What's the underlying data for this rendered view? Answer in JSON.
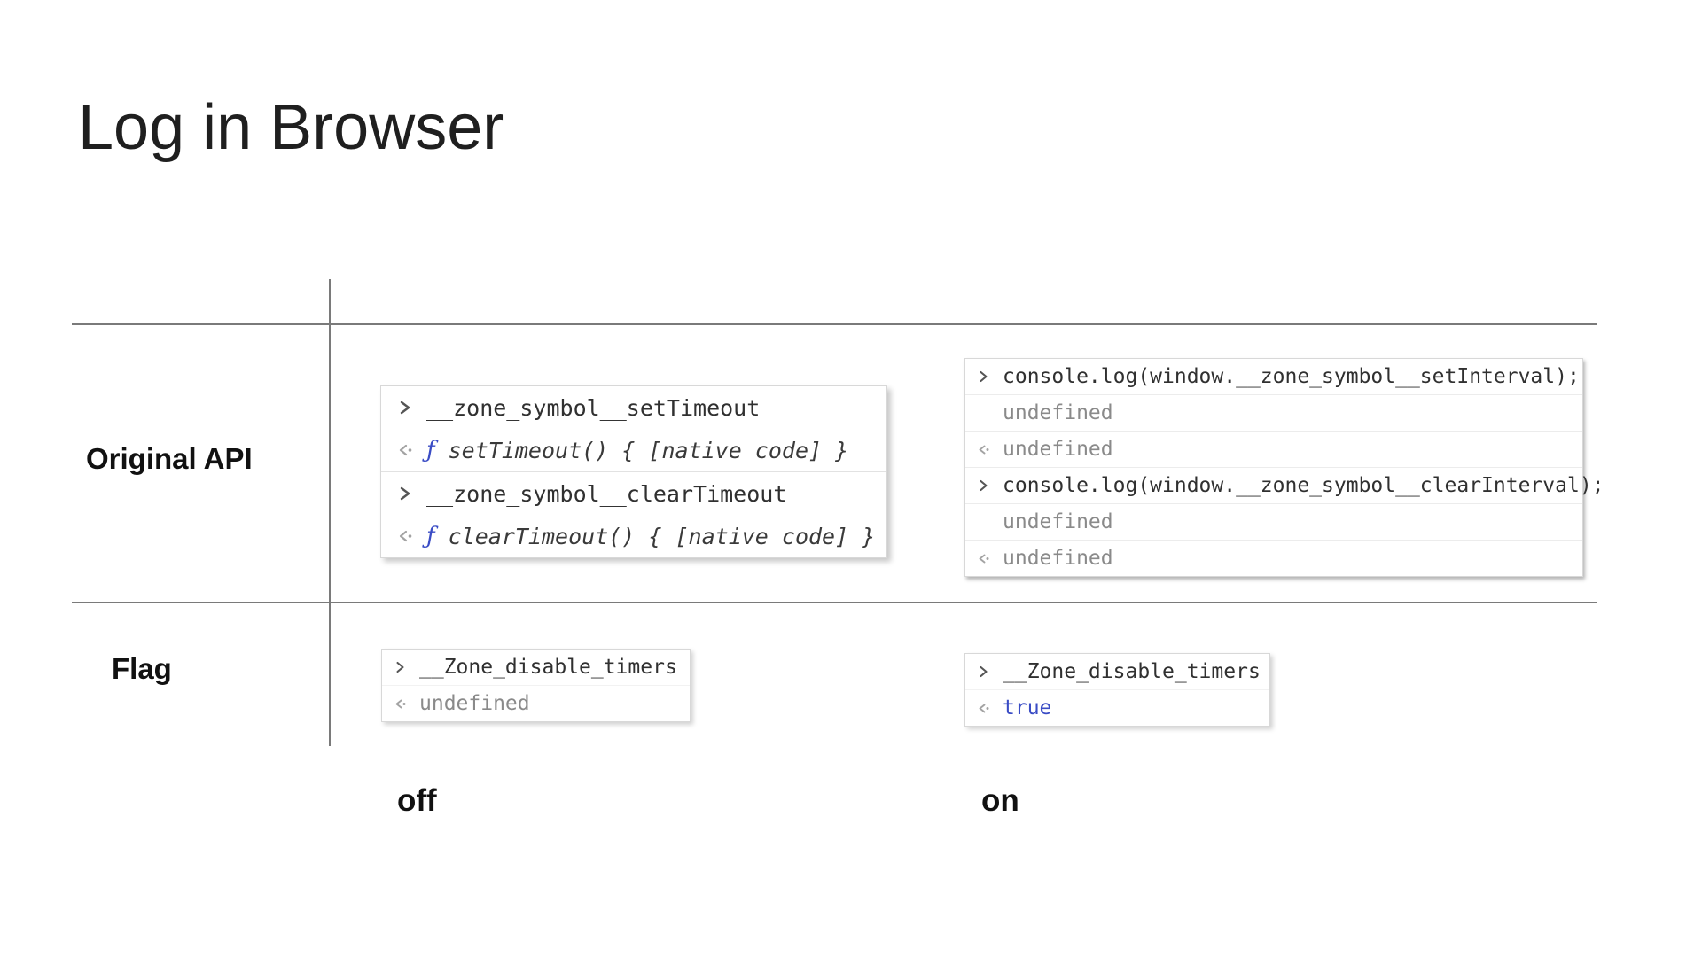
{
  "slide": {
    "title": "Log in Browser"
  },
  "table": {
    "row_labels": [
      {
        "label": "Original API"
      },
      {
        "label": "Flag"
      }
    ],
    "column_labels": [
      {
        "label": "off"
      },
      {
        "label": "on"
      }
    ]
  },
  "icons": {
    "function_symbol": "ƒ",
    "prompt_chevron": "right-angle-bracket",
    "return_arrow": "left-arrow-with-dot"
  },
  "colors": {
    "divider_gray": "#7a7a7a",
    "console_border": "#d8d8d8",
    "input_text": "#303030",
    "muted_text": "#8a8a8a",
    "function_blue": "#3a4cc5",
    "boolean_blue": "#3a4cc5"
  },
  "consoles": {
    "api_off": {
      "lines": [
        {
          "type": "input",
          "text": "__zone_symbol__setTimeout"
        },
        {
          "type": "result-function",
          "text": "setTimeout() { [native code] }"
        },
        {
          "type": "input",
          "text": "__zone_symbol__clearTimeout"
        },
        {
          "type": "result-function",
          "text": "clearTimeout() { [native code] }"
        }
      ]
    },
    "api_on": {
      "lines": [
        {
          "type": "input",
          "text": "console.log(window.__zone_symbol__setInterval);"
        },
        {
          "type": "log",
          "text": "undefined"
        },
        {
          "type": "result",
          "text": "undefined"
        },
        {
          "type": "input",
          "text": "console.log(window.__zone_symbol__clearInterval);"
        },
        {
          "type": "log",
          "text": "undefined"
        },
        {
          "type": "result",
          "text": "undefined"
        }
      ]
    },
    "flag_off": {
      "lines": [
        {
          "type": "input",
          "text": "__Zone_disable_timers"
        },
        {
          "type": "result",
          "text": "undefined"
        }
      ]
    },
    "flag_on": {
      "lines": [
        {
          "type": "input",
          "text": "__Zone_disable_timers"
        },
        {
          "type": "result-boolean",
          "text": "true"
        }
      ]
    }
  }
}
